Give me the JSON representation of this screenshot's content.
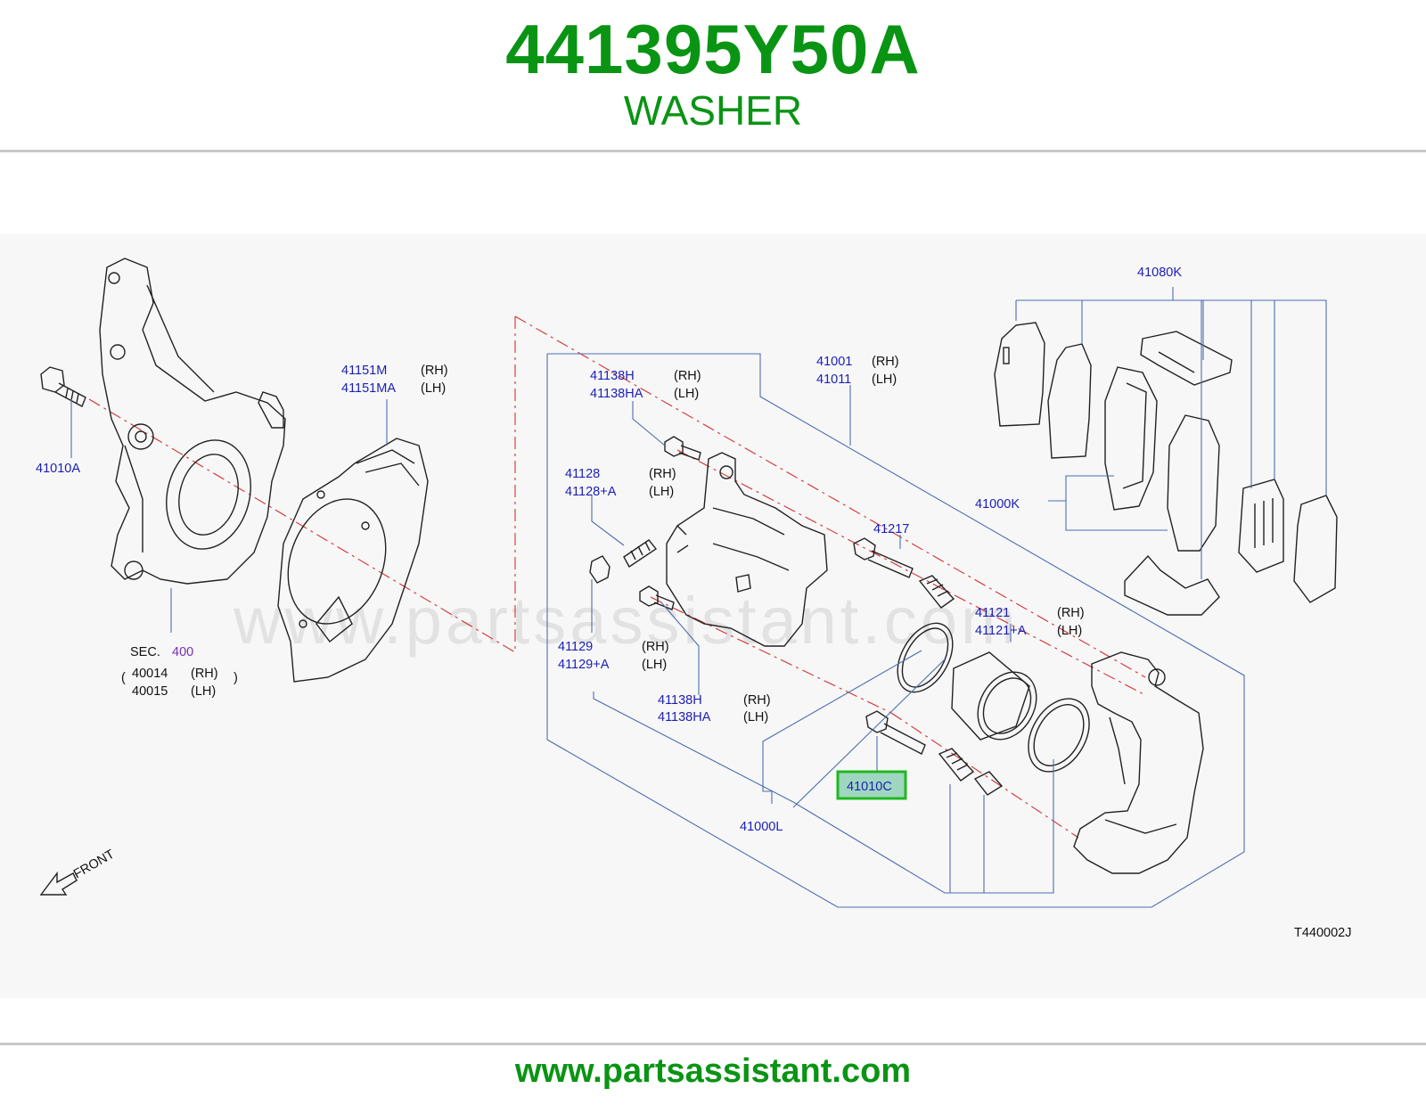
{
  "header": {
    "part_number": "441395Y50A",
    "part_name": "WASHER"
  },
  "footer": {
    "url": "www.partsassistant.com"
  },
  "diagram": {
    "watermark": "www.partsassistant.com",
    "drawing_code": "T440002J",
    "front_label": "FRONT",
    "sec_prefix": "SEC.",
    "sec_number": "400",
    "highlighted_part": "41010C",
    "colors": {
      "title_green": "#0a9414",
      "label_blue": "#1c20b8",
      "highlight_green": "#1fb81f",
      "highlight_fill": "#9fd6c0",
      "centerline_red": "#d43030"
    },
    "labels": {
      "p41010A": "41010A",
      "p41151M": "41151M",
      "p41151MA": "41151MA",
      "p40014": "40014",
      "p40015": "40015",
      "p41138H_a": "41138H",
      "p41138HA_a": "41138HA",
      "p41128": "41128",
      "p41128A": "41128+A",
      "p41129": "41129",
      "p41129A": "41129+A",
      "p41138H_b": "41138H",
      "p41138HA_b": "41138HA",
      "p41001": "41001",
      "p41011": "41011",
      "p41217": "41217",
      "p41121": "41121",
      "p41121A": "41121+A",
      "p41000L": "41000L",
      "p41080K": "41080K",
      "p41000K": "41000K"
    },
    "sides": {
      "rh": "(RH)",
      "lh": "(LH)"
    }
  }
}
